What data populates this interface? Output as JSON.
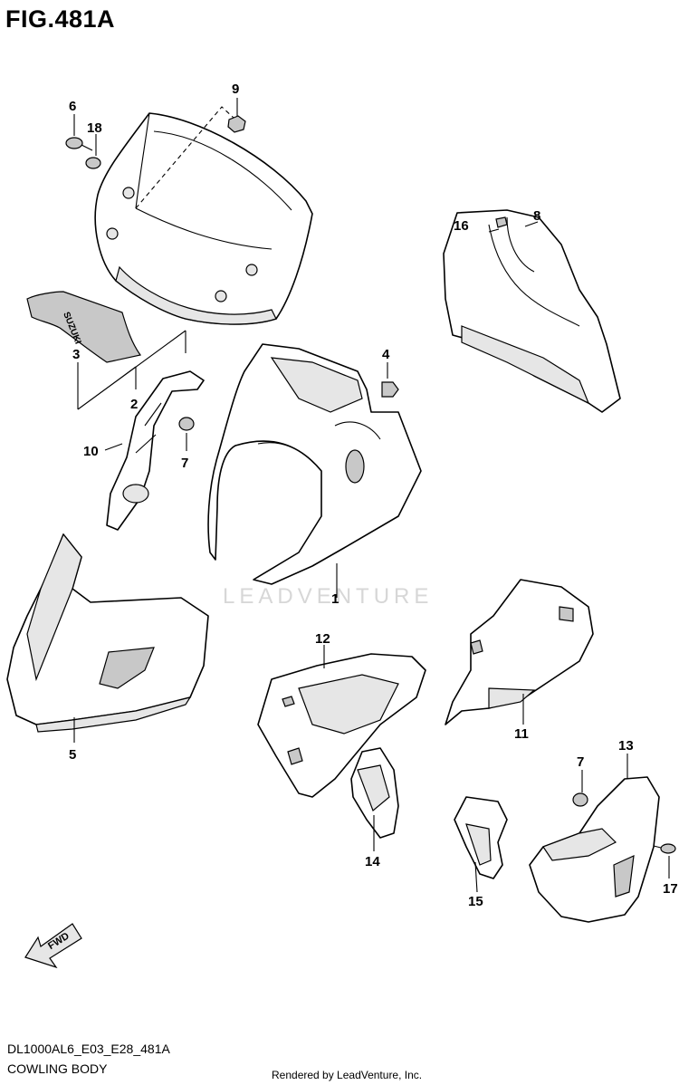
{
  "header": {
    "fig_title": "FIG.481A"
  },
  "footer": {
    "code": "DL1000AL6_E03_E28_481A",
    "name": "COWLING BODY",
    "credit": "Rendered by LeadVenture, Inc."
  },
  "watermark": "LEADVENTURE",
  "fwd_label": "FWD",
  "decal_text": "SUZUKI",
  "callouts": {
    "c1": "1",
    "c2": "2",
    "c3": "3",
    "c4": "4",
    "c5": "5",
    "c6": "6",
    "c7a": "7",
    "c7b": "7",
    "c8": "8",
    "c9": "9",
    "c10": "10",
    "c11": "11",
    "c12": "12",
    "c13": "13",
    "c14": "14",
    "c15": "15",
    "c16": "16",
    "c17": "17",
    "c18": "18"
  }
}
